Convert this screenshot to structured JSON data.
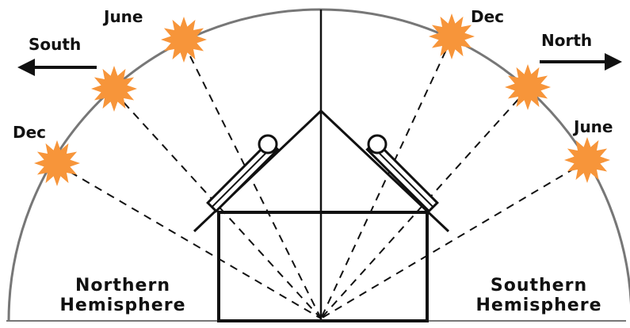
{
  "labels": {
    "south": "South",
    "north": "North",
    "june_left": "June",
    "dec_left": "Dec",
    "dec_right": "Dec",
    "june_right": "June",
    "northern_line1": "Northern",
    "northern_line2": "Hemisphere",
    "southern_line1": "Southern",
    "southern_line2": "Hemisphere"
  },
  "colors": {
    "sun": "#f7953a",
    "arc": "#777777",
    "ink": "#111111"
  },
  "icons": {
    "sun": "sun-icon",
    "arrow_left": "arrow-left-icon",
    "arrow_right": "arrow-right-icon",
    "solar_panel": "solar-panel-icon"
  }
}
